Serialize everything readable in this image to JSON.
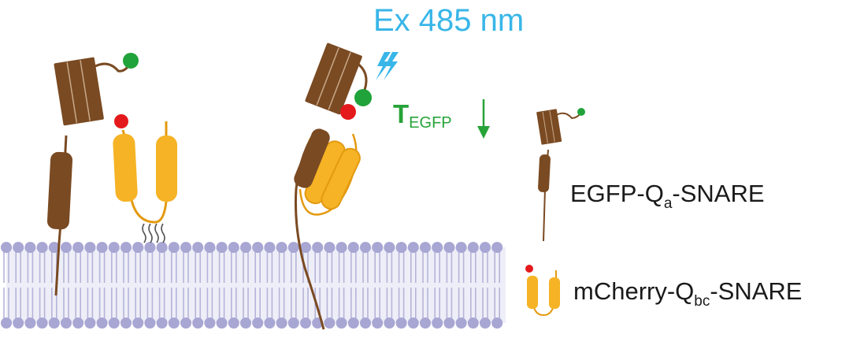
{
  "labels": {
    "excitation": "Ex 485 nm",
    "tau_main": "T",
    "tau_sub": "EGFP",
    "legend_egfp_pre": "EGFP-Q",
    "legend_egfp_sub": "a",
    "legend_egfp_post": "-SNARE",
    "legend_mcherry_pre": "mCherry-Q",
    "legend_mcherry_sub": "bc",
    "legend_mcherry_post": "-SNARE"
  },
  "colors": {
    "qa_snare": "#7a4a22",
    "qbc_snare": "#f5b325",
    "qbc_outline": "#e39a10",
    "egfp": "#20a33a",
    "mcherry": "#e3191c",
    "excitation": "#38b6e8",
    "tau": "#27a338",
    "lipid_head": "#a8a6d3",
    "lipid_tail": "#b5b4d8"
  },
  "icons": {
    "excitation": "lightning-bolt-icon",
    "tau_trend": "down-arrow-icon"
  }
}
